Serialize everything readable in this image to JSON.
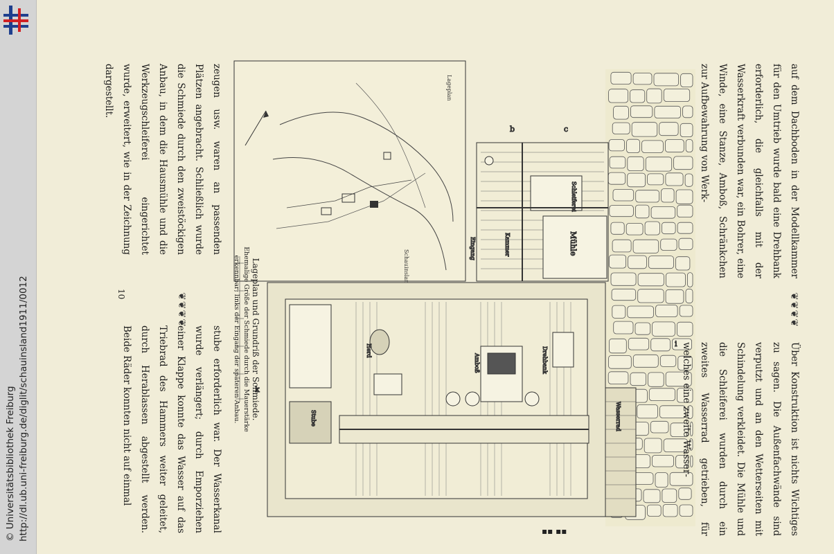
{
  "sidebar": {
    "url": "http://dl.ub.uni-freiburg.de/diglit/schauinsland1911/0012",
    "copyright": "© Universitätsbibliothek Freiburg",
    "logo_icon": "ub-freiburg-logo-icon",
    "colors": {
      "logo_blue": "#1e3f8e",
      "logo_red": "#d11f23"
    }
  },
  "page": {
    "page_number": "10",
    "ornament": "❦❦❦❦",
    "corner_mark": "▪▪ ▪▪",
    "text_right_top": "auf dem Dachboden in der Modellkammer für den Umtrieb wurde bald eine Drehbank erforderlich, die gleichfalls mit der Wasserkraft verbunden war, ein Bohrer, eine Winde, eine Stanze, Amboß, Schränkchen zur Aufbewahrung von Werk-",
    "text_right_bottom": "Über Konstruktion ist nichts Wichtiges zu sagen. Die Außenfachwände sind verputzt und an den Wetterseiten mit Schindelung verkleidet. Die Mühle und die Schleiferei wurden durch ein zweites Wasserrad getrieben, für welches eine zweite Wasser-",
    "text_left_top": "zeugen usw. waren an passenden Plätzen angebracht. Schließlich wurde die Schmiede durch den zweistöckigen Anbau, in dem die Hausmühle und die Werkzeugschleiferei eingerichtet wurde, erweitert, wie in der Zeichnung dargestellt.",
    "text_left_bottom": "stube erforderlich war. Der Wasserkanal wurde verlängert; durch Emporziehen einer Klappe konnte das Wasser auf das Triebrad des Hammers weiter geleitet, durch Herablassen abgestellt werden. Beide Räder konnten nicht auf einmal",
    "caption_title": "Lageplan und Grundriß der Schmiede.",
    "caption_sub": "Ehemalige Größe der Schmiede durch die Mauerstärke erkennbar; links der Eingang der späteren Anbau.",
    "drawing_labels": {
      "muehle": "Mühle",
      "schleiferei": "Schleiferei",
      "wasserrad": "Wasserrad",
      "stube": "Stube",
      "kammer": "Kammer",
      "herd": "Herd",
      "amboss": "Amboß",
      "drehbank": "Drehbank",
      "eingang": "Eingang",
      "lageplan": "Lageplan",
      "schauinsland": "Schauinsland",
      "b": "b",
      "c": "c",
      "i": "i",
      "k": "k"
    }
  }
}
